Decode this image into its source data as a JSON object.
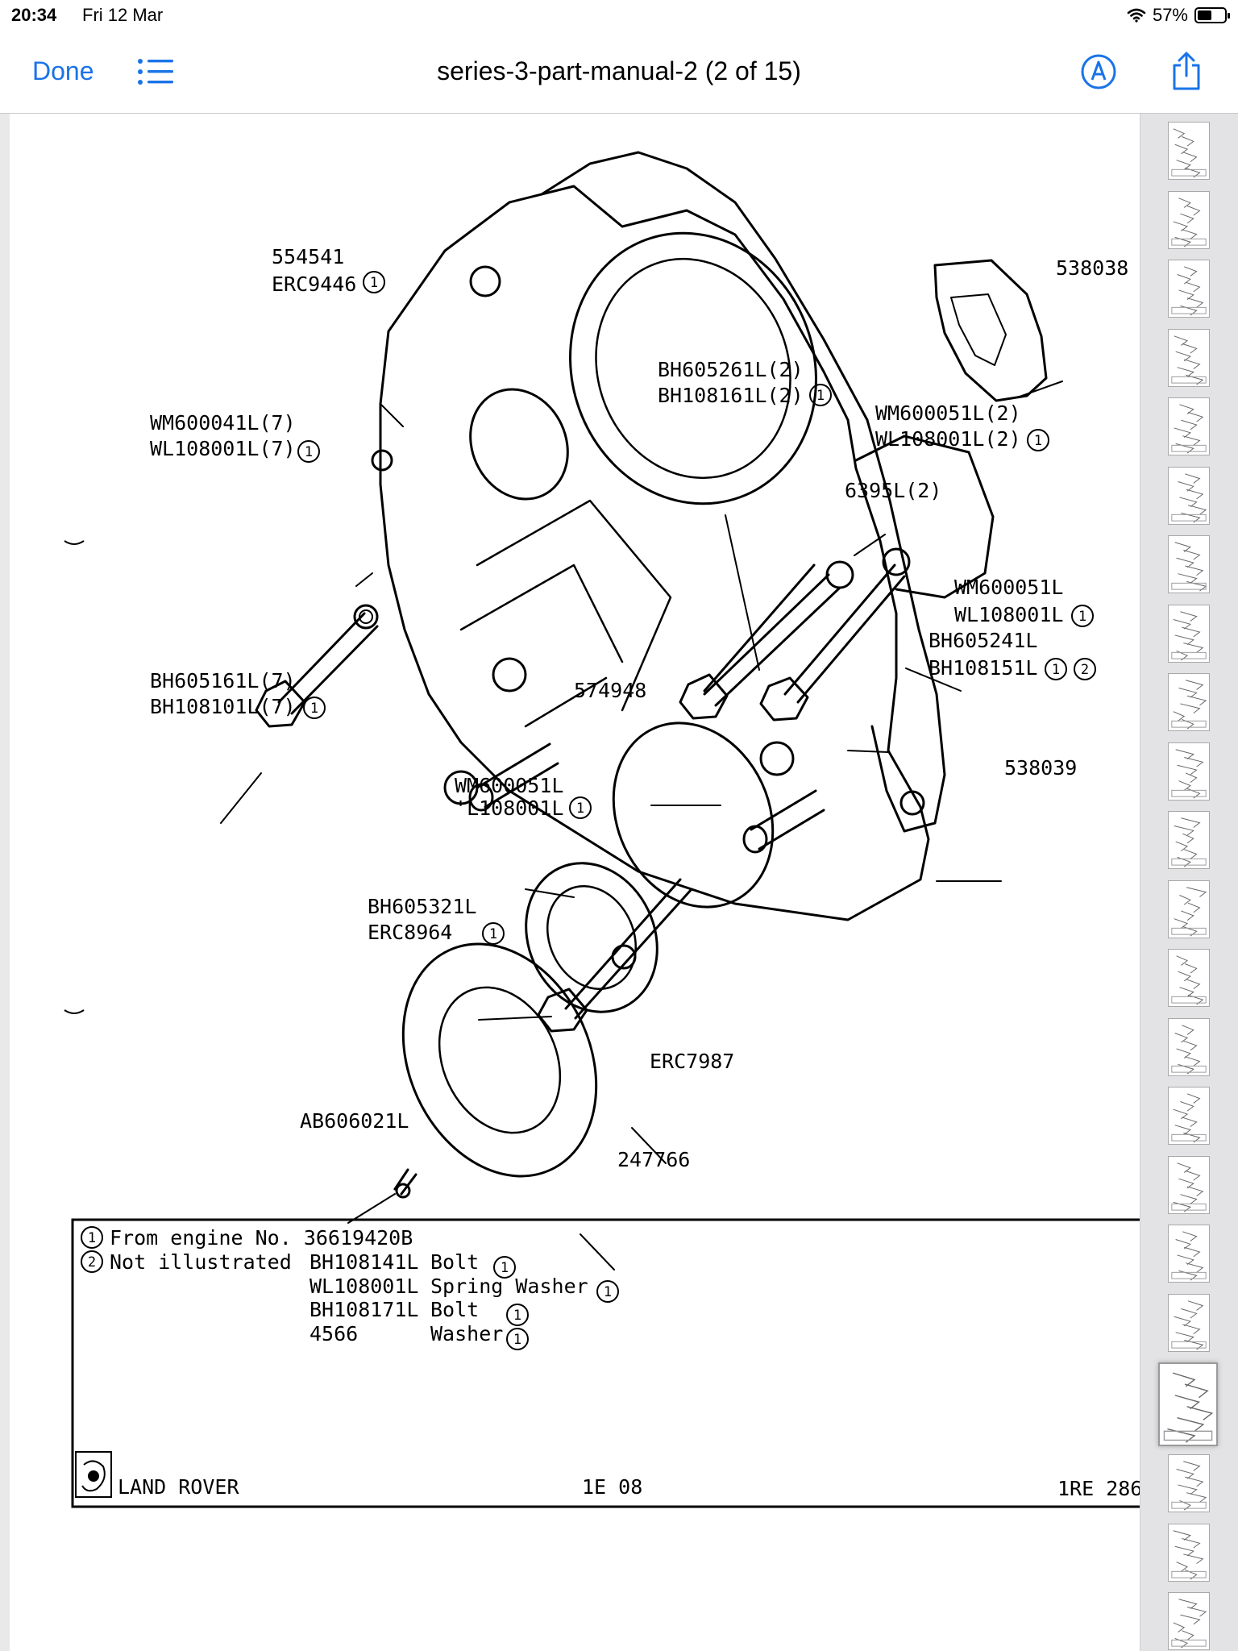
{
  "status_bar": {
    "time": "20:34",
    "date": "Fri 12 Mar",
    "battery": "57%",
    "battery_level": 0.57
  },
  "nav": {
    "done": "Done",
    "title": "series-3-part-manual-2 (2 of 15)"
  },
  "diagram": {
    "callouts": [
      "554541",
      "ERC9446",
      "538038",
      "BH605261L(2)",
      "BH108161L(2)",
      "WM600051L(2)",
      "WL108001L(2)",
      "6395L(2)",
      "WM600041L(7)",
      "WL108001L(7)",
      "WM600051L",
      "WL108001L",
      "BH605241L",
      "BH108151L",
      "BH605161L(7)",
      "BH108101L(7)",
      "574948",
      "538039",
      "WM600051L",
      "'L108001L",
      "BH605321L",
      "ERC8964",
      "ERC7987",
      "AB606021L",
      "247766"
    ]
  },
  "legend": {
    "note1_mark": "1",
    "note1": "From engine No. 36619420B",
    "note2_mark": "2",
    "note2": "Not illustrated",
    "rows": [
      {
        "part": "BH108141L",
        "desc": "Bolt"
      },
      {
        "part": "WL108001L",
        "desc": "Spring Washer"
      },
      {
        "part": "BH108171L",
        "desc": "Bolt"
      },
      {
        "part": "4566",
        "desc": "Washer"
      }
    ],
    "brand": "LAND ROVER",
    "page_code": "1E 08",
    "ref": "1RE 286"
  },
  "thumbnails": {
    "count": 22,
    "active_index": 18
  }
}
